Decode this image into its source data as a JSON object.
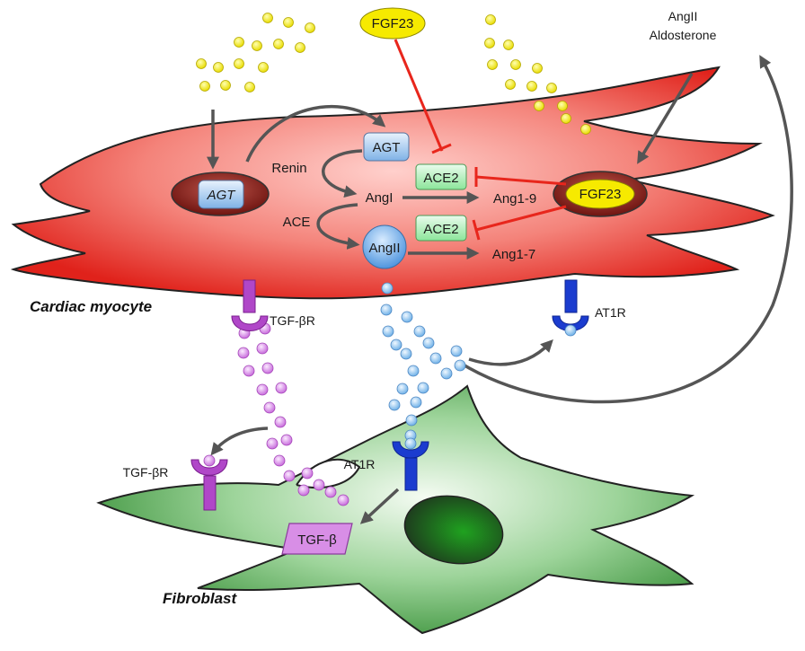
{
  "cells": {
    "myocyte_label": "Cardiac myocyte",
    "fibroblast_label": "Fibroblast"
  },
  "nodes": {
    "fgf23_top": "FGF23",
    "fgf23_nucleus": "FGF23",
    "agt_gene": "AGT",
    "agt_protein": "AGT",
    "angi": "AngI",
    "angii": "AngII",
    "ace2_upper": "ACE2",
    "ace2_lower": "ACE2",
    "ang1_9": "Ang1-9",
    "ang1_7": "Ang1-7",
    "tgfb": "TGF-β"
  },
  "labels": {
    "renin": "Renin",
    "ace": "ACE",
    "angii_aldo_line1": "AngII",
    "angii_aldo_line2": "Aldosterone",
    "tgfbr_myocyte": "TGF-βR",
    "tgfbr_fibro": "TGF-βR",
    "at1r_myocyte": "AT1R",
    "at1r_fibro": "AT1R"
  },
  "colors": {
    "myocyte": "#e8302a",
    "fibroblast": "#2e8a2e",
    "fgf23_dot": "#f6ea00",
    "angii_dot": "#8ec5ef",
    "tgfb_dot": "#d98ee6",
    "receptor_blue": "#1b3ccf",
    "receptor_purple": "#b047c8",
    "inhibit": "#e8261c",
    "arrow": "#555555"
  }
}
